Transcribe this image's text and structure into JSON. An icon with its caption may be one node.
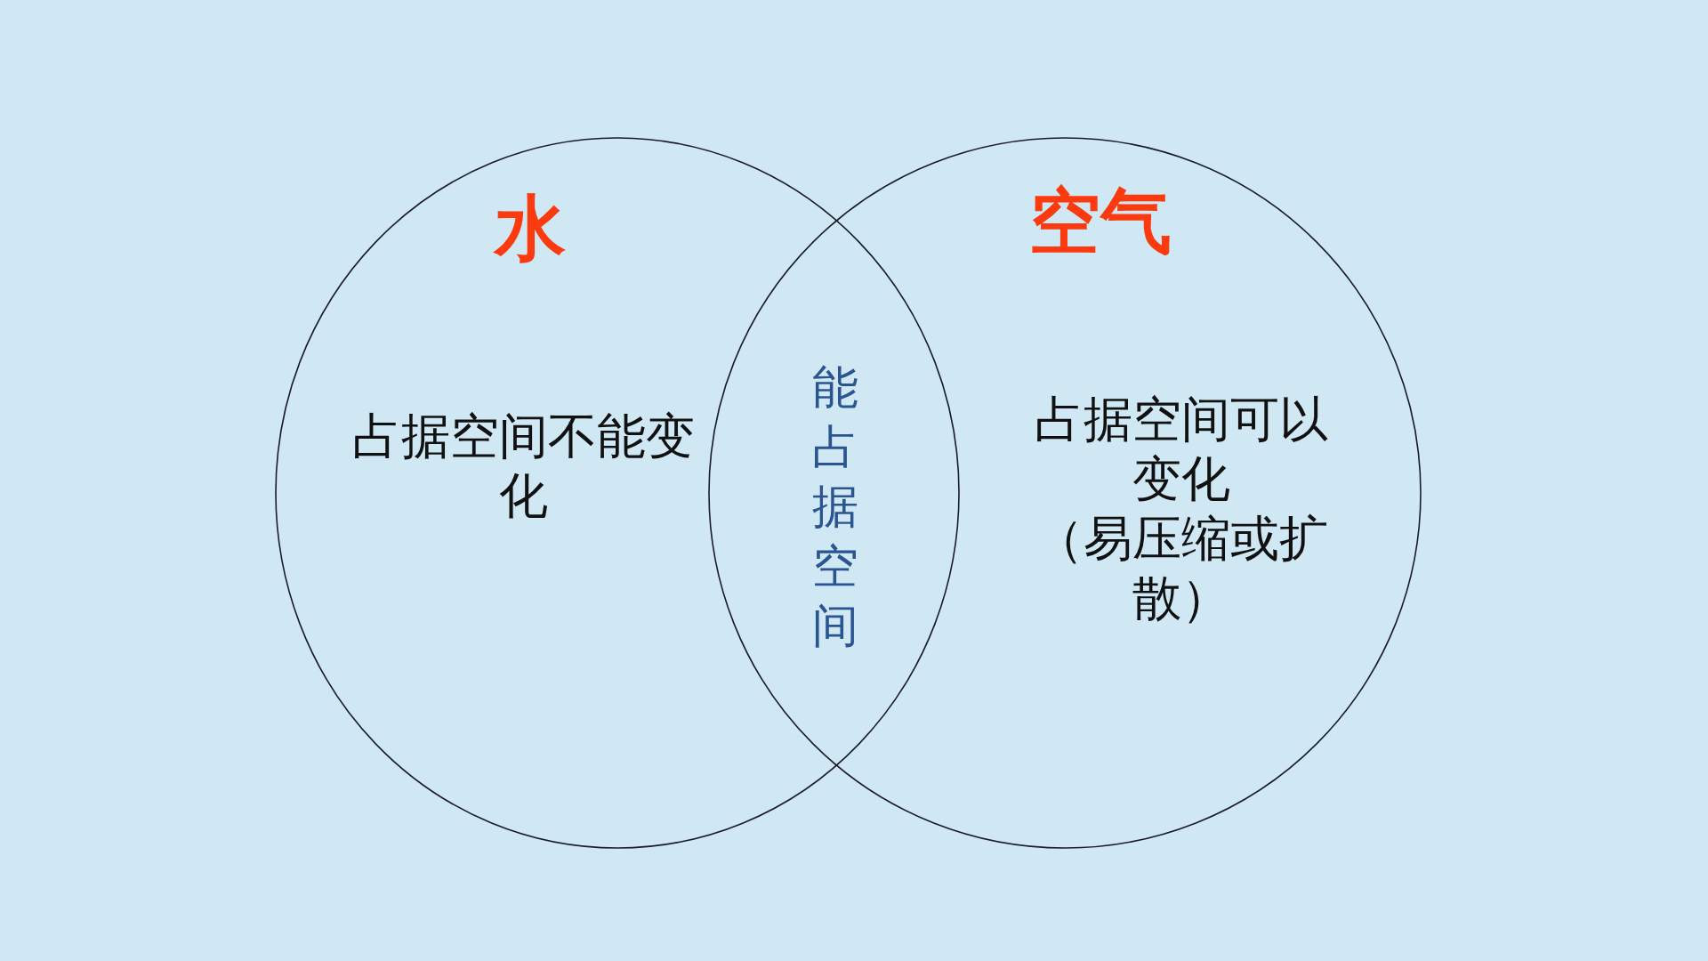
{
  "diagram": {
    "nodes": [
      {
        "text": [
          "水",
          "占据空间不能变化"
        ]
      },
      {
        "text": [
          "空气",
          "占据空间可以变化",
          "（易压缩或扩散）"
        ]
      }
    ],
    "labels": [
      "能占据空间"
    ]
  }
}
